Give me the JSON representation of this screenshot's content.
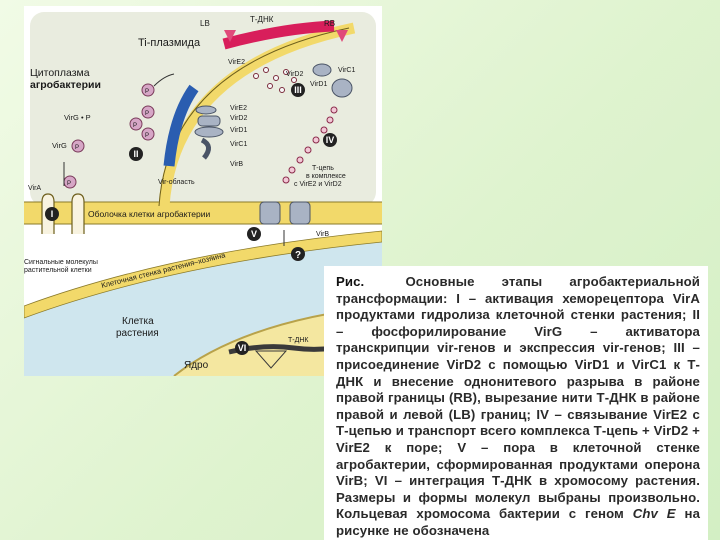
{
  "diagram": {
    "title_plasmid": "Ti-плазмида",
    "lb": "LB",
    "tdna": "Т-ДНК",
    "rb": "RB",
    "cytoplasm_line1": "Цитоплазма",
    "cytoplasm_line2": "агробактерии",
    "virE2_top": "VirE2",
    "virD2_top": "VirD2",
    "virC1_top": "VirC1",
    "virD1_top": "VirD1",
    "virG_P": "VirG • P",
    "virG": "VirG",
    "p": "P",
    "protein_list": [
      "VirE2",
      "VirD2",
      "VirD1",
      "VirC1",
      "VirB"
    ],
    "vir_region": "Vir-область",
    "tstrand_line1": "Т-цепь",
    "tstrand_line2": "в комплексе",
    "tstrand_line3": "с VirE2 и VirD2",
    "virA": "VirA",
    "envelope": "Оболочка клетки агробактерии",
    "virB": "VirB",
    "signal_line1": "Сигнальные молекулы",
    "signal_line2": "растительной клетки",
    "plant_wall": "Клеточная стенка растения–хозяина",
    "plant_cell_line1": "Клетка",
    "plant_cell_line2": "растения",
    "nucleus": "Ядро",
    "tdna_plant": "Т-ДНК",
    "question": "?",
    "roman": [
      "I",
      "II",
      "III",
      "IV",
      "V",
      "VI"
    ]
  },
  "caption": {
    "head": "Рис.",
    "body_1": "Основные этапы агробактериальной трансформации: I – активация хеморецептора VirA продуктами гидролиза клеточной стенки растения; II – фосфорилирование VirG – активатора транскрипции vir-генов и экспрессия vir-генов; III – присоединение VirD2 с помощью VirD1 и VirC1 к Т-ДНК и внесение однонитевого разрыва в районе правой границы (RB), вырезание нити Т-ДНК в районе правой и левой (LB) границ; IV – связывание VirE2 с Т-цепью и транспорт всего комплекса Т-цепь + VirD2 + VirE2 к поре; V – пора в клеточной стенке агробактерии, сформированная продуктами оперона VirB; VI – интеграция Т-ДНК в хромосому растения. Размеры и формы молекул выбраны произвольно. Кольцевая хромосома бактерии с геном",
    "gene": "Chv E",
    "body_2": "на рисунке не обозначена"
  }
}
